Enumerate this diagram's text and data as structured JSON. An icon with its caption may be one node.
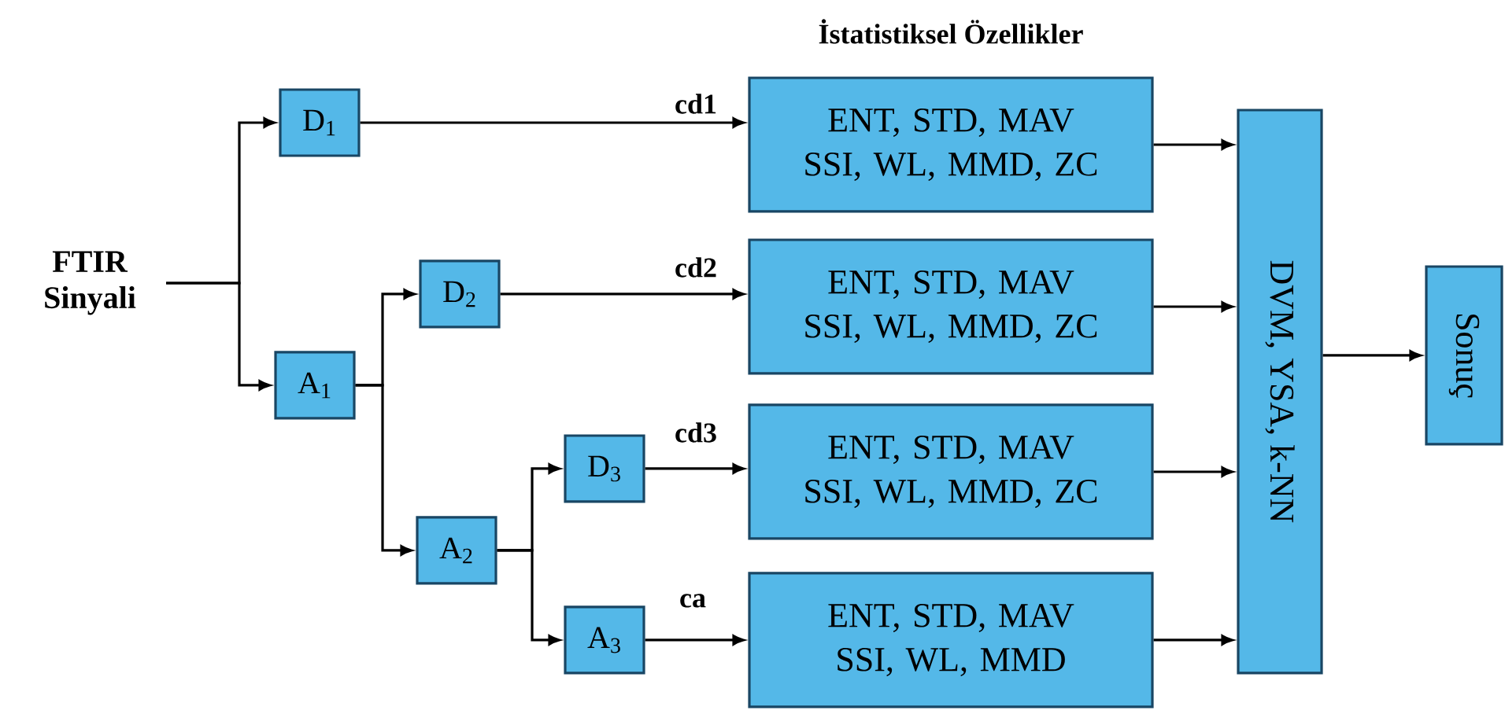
{
  "diagram": {
    "title": "İstatistiksel Özellikler",
    "nodes": [
      {
        "text": [
          "FTIR Sinyali"
        ]
      },
      {
        "text": [
          "D$_{1}$"
        ]
      },
      {
        "text": [
          "A$_{1}$"
        ]
      },
      {
        "text": [
          "D$_{2}$"
        ]
      },
      {
        "text": [
          "A$_{2}$"
        ]
      },
      {
        "text": [
          "D$_{3}$"
        ]
      },
      {
        "text": [
          "A$_{3}$"
        ]
      },
      {
        "text": [
          "ENT, STD, MAV SSI, WL, MMD, ZC"
        ]
      },
      {
        "text": [
          "ENT, STD, MAV SSI, WL, MMD, ZC"
        ]
      },
      {
        "text": [
          "ENT, STD, MAV SSI, WL, MMD, ZC"
        ]
      },
      {
        "text": [
          "ENT, STD, MAV SSI, WL, MMD"
        ]
      },
      {
        "text": [
          "DVM, YSA, k-NN"
        ]
      },
      {
        "text": [
          "Sonuç"
        ]
      }
    ],
    "edges": [
      {
        "from": 0,
        "to": 1,
        "arrow": "to"
      },
      {
        "from": 0,
        "to": 2,
        "arrow": "to"
      },
      {
        "from": 1,
        "to": 7,
        "arrow": "to",
        "label": "cd1"
      },
      {
        "from": 2,
        "to": 3,
        "arrow": "to"
      },
      {
        "from": 2,
        "to": 4,
        "arrow": "to"
      },
      {
        "from": 3,
        "to": 8,
        "arrow": "to",
        "label": "cd2"
      },
      {
        "from": 4,
        "to": 5,
        "arrow": "to"
      },
      {
        "from": 4,
        "to": 6,
        "arrow": "to"
      },
      {
        "from": 5,
        "to": 9,
        "arrow": "to",
        "label": "cd3"
      },
      {
        "from": 6,
        "to": 10,
        "arrow": "to",
        "label": "ca"
      },
      {
        "from": 7,
        "to": 11,
        "arrow": "to"
      },
      {
        "from": 8,
        "to": 11,
        "arrow": "to"
      },
      {
        "from": 9,
        "to": 11,
        "arrow": "to"
      },
      {
        "from": 10,
        "to": 11,
        "arrow": "to"
      },
      {
        "from": 11,
        "to": 12,
        "arrow": "to"
      }
    ]
  }
}
